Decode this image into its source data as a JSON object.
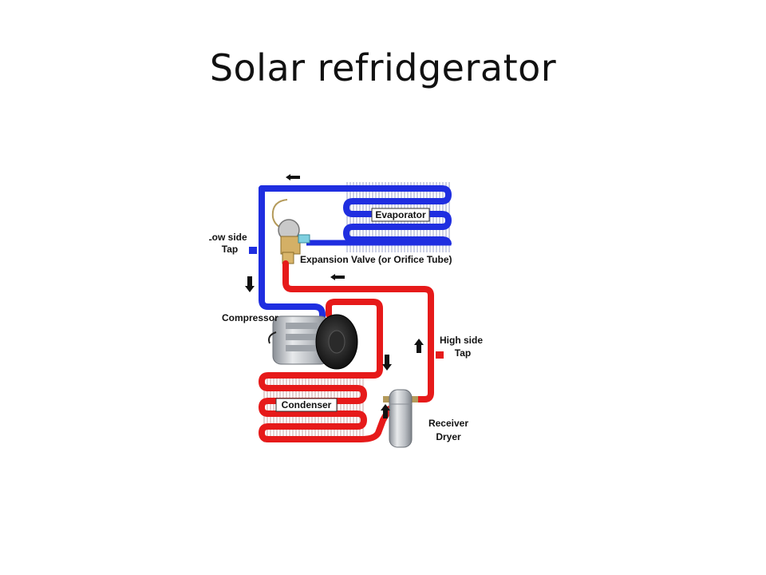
{
  "slide": {
    "title": "Solar refridgerator"
  },
  "diagram": {
    "colors": {
      "low_side": "#1f2ee0",
      "high_side": "#e61a1a",
      "label_box": "#ffffff"
    },
    "labels": {
      "evaporator": "Evaporator",
      "low_side_tap_line1": "Low side",
      "low_side_tap_line2": "Tap",
      "expansion_valve": "Expansion Valve (or Orifice Tube)",
      "compressor": "Compressor",
      "high_side_tap_line1": "High side",
      "high_side_tap_line2": "Tap",
      "condenser": "Condenser",
      "receiver_dryer_line1": "Receiver",
      "receiver_dryer_line2": "Dryer"
    },
    "flow_arrows": [
      "left",
      "left",
      "down",
      "down",
      "up",
      "up"
    ]
  }
}
